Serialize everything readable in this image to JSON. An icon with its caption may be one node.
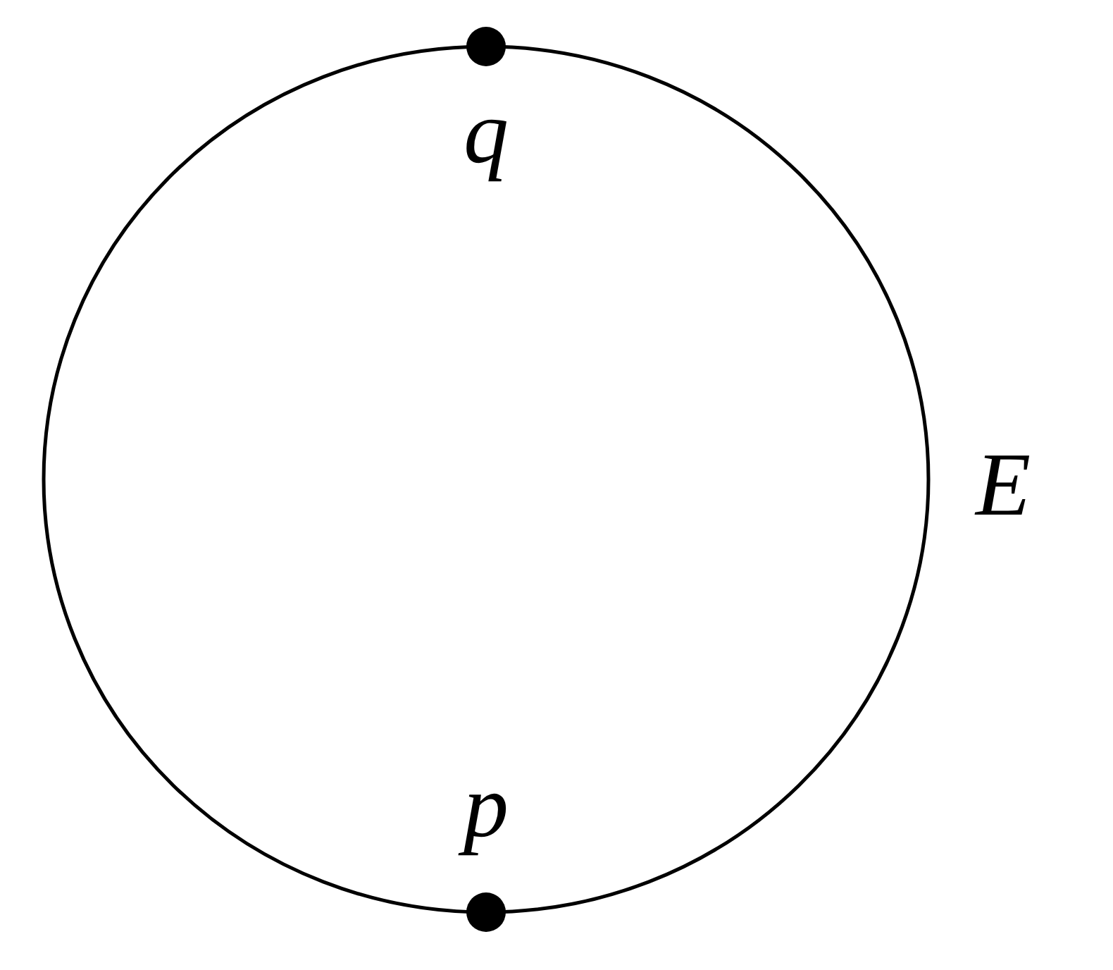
{
  "diagram": {
    "nodes": [
      {
        "text": [],
        "shape": "circle",
        "beside": [
          "E"
        ]
      },
      {
        "text": [],
        "shape": "dot",
        "beside": [
          "q"
        ]
      },
      {
        "text": [],
        "shape": "dot",
        "beside": [
          "p"
        ]
      }
    ]
  }
}
